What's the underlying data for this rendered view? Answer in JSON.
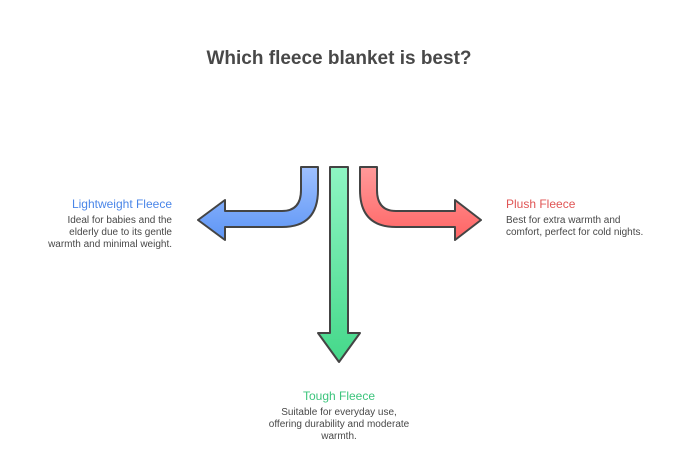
{
  "title": "Which fleece blanket is best?",
  "colors": {
    "blue": "#7aa9fb",
    "green": "#66e3a3",
    "red": "#ff7d7d",
    "outline": "#444444",
    "blue_text": "#4a86e8",
    "green_text": "#3cc47c",
    "red_text": "#e05555"
  },
  "options": [
    {
      "id": "lightweight",
      "heading": "Lightweight Fleece",
      "description": "Ideal for babies and the elderly due to its gentle warmth and minimal weight.",
      "direction": "left"
    },
    {
      "id": "tough",
      "heading": "Tough Fleece",
      "description": "Suitable for everyday use, offering durability and moderate warmth.",
      "direction": "down"
    },
    {
      "id": "plush",
      "heading": "Plush Fleece",
      "description": "Best for extra warmth and comfort, perfect for cold nights.",
      "direction": "right"
    }
  ]
}
